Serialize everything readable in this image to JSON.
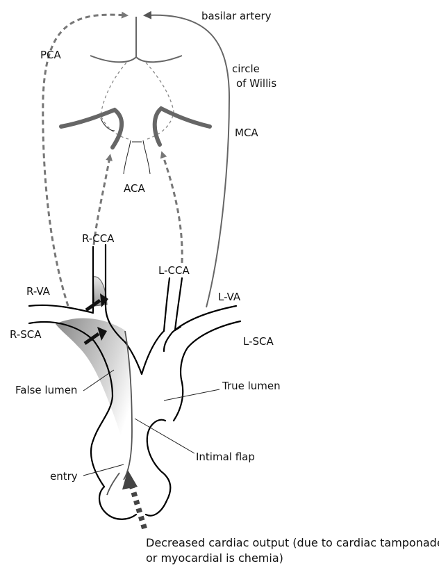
{
  "labels": {
    "basilar_artery": "basilar artery",
    "pca": "PCA",
    "circle_of_willis_line1": "circle",
    "circle_of_willis_line2": "of Willis",
    "mca": "MCA",
    "aca": "ACA",
    "r_cca": "R-CCA",
    "l_cca": "L-CCA",
    "r_va": "R-VA",
    "l_va": "L-VA",
    "r_sca": "R-SCA",
    "l_sca": "L-SCA",
    "false_lumen": "False lumen",
    "true_lumen": "True lumen",
    "intimal_flap": "Intimal flap",
    "entry": "entry",
    "caption_line1": "Decreased cardiac output (due to cardiac tamponade",
    "caption_line2": "or myocardial is chemia)"
  },
  "colors": {
    "vessel_outline": "#000000",
    "brain_vessel": "#666666",
    "flow_dashed": "#777777",
    "false_lumen_fill": "#999999",
    "arrow": "#111111"
  }
}
